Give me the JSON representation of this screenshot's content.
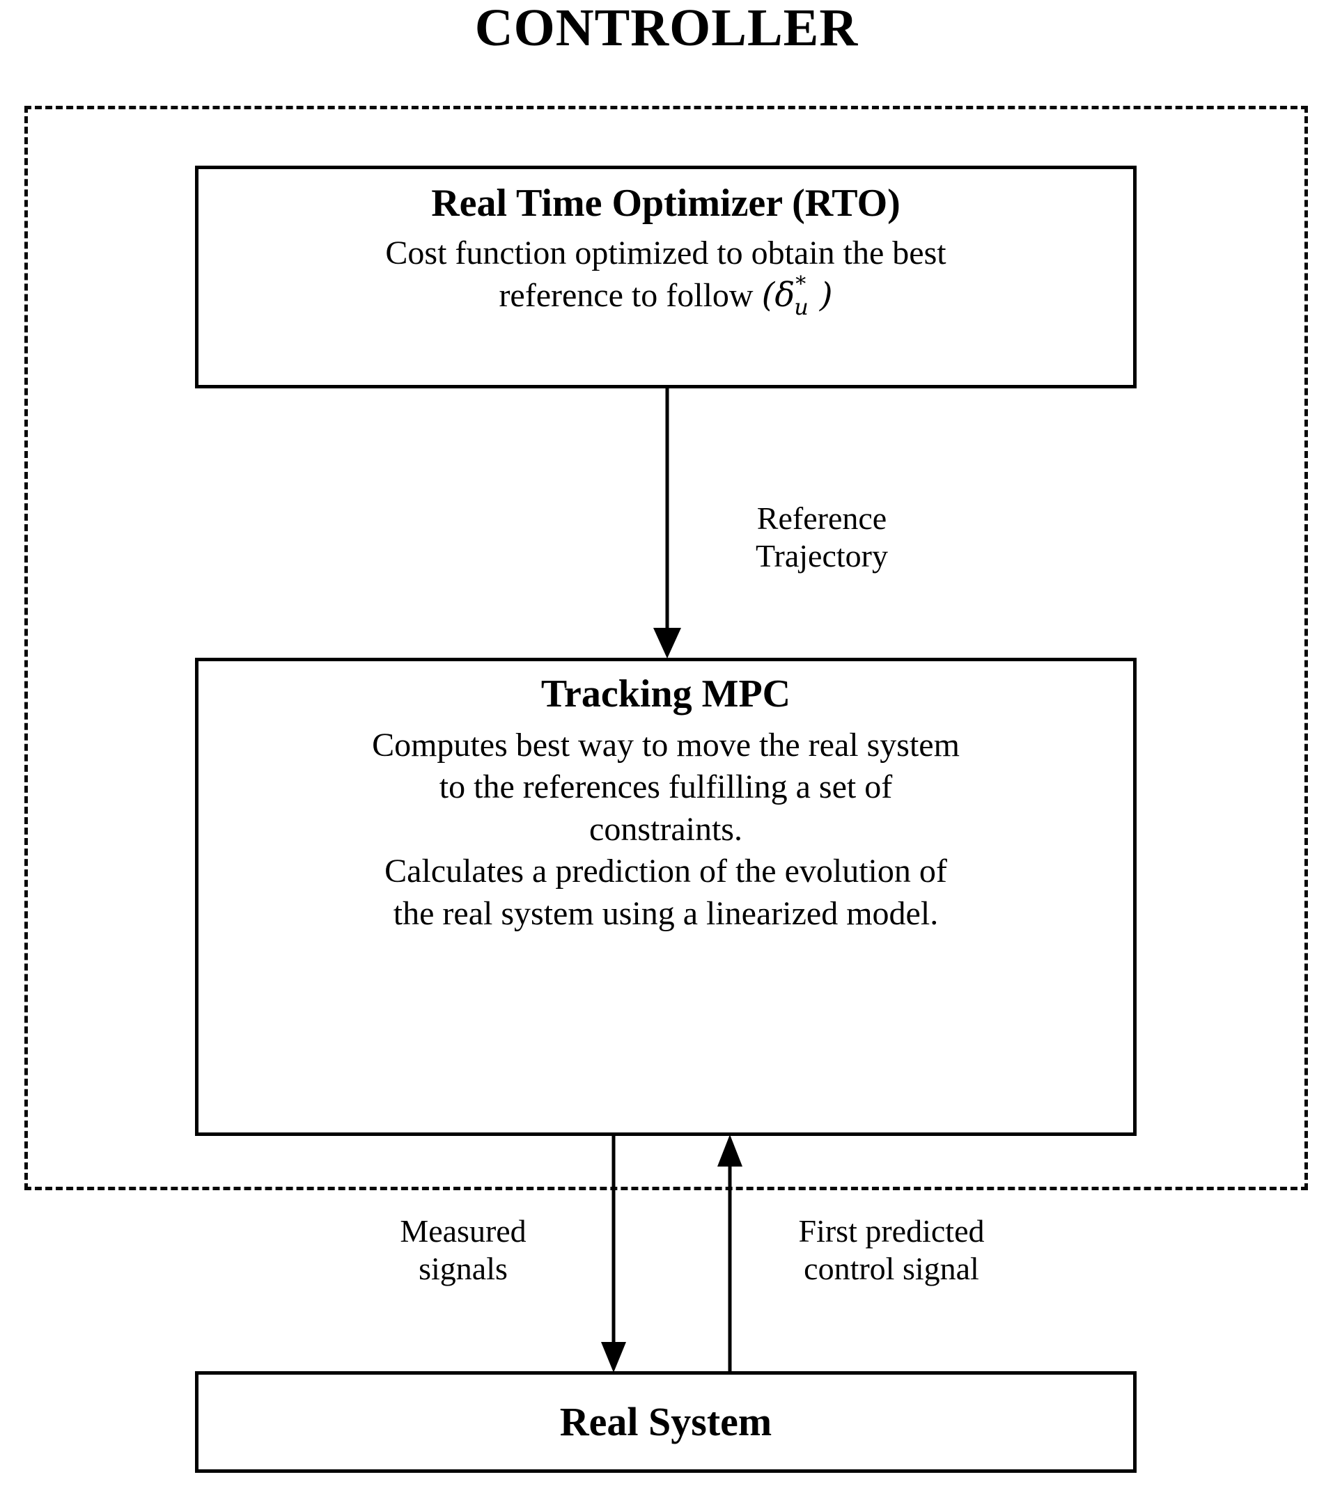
{
  "diagram": {
    "title": "CONTROLLER",
    "boundary_label": "controller-dashed-boundary",
    "accent_color": "#000000",
    "background_color": "#ffffff"
  },
  "blocks": {
    "rto": {
      "title": "Real Time Optimizer (RTO)",
      "body_line1": "Cost function optimized to obtain the best",
      "body_line2_prefix": "reference to follow",
      "symbol": {
        "open_paren": "(",
        "base": "δ",
        "superscript": "*",
        "subscript": "u",
        "close_paren": ")"
      }
    },
    "mpc": {
      "title": "Tracking MPC",
      "body_line1": "Computes best way to move the real system",
      "body_line2": "to the references fulfilling a set of",
      "body_line3": "constraints.",
      "body_line4": "Calculates a prediction of the evolution of",
      "body_line5": "the real system using a linearized model."
    },
    "real_system": {
      "title": "Real System"
    }
  },
  "connectors": {
    "rto_to_mpc": {
      "label": "Reference\nTrajectory",
      "direction": "down",
      "from": "rto",
      "to": "mpc"
    },
    "mpc_to_system": {
      "label": "Measured\nsignals",
      "direction": "down",
      "from": "mpc",
      "to": "real_system"
    },
    "system_to_mpc": {
      "label": "First predicted\ncontrol signal",
      "direction": "up",
      "from": "real_system",
      "to": "mpc"
    }
  }
}
